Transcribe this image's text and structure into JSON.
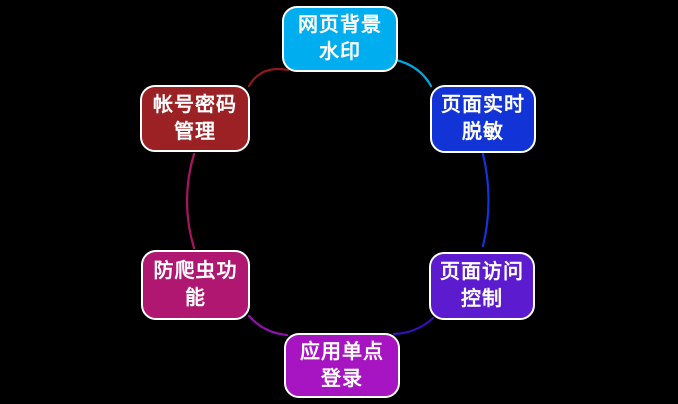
{
  "canvas": {
    "background": "#000000",
    "border_color": "#FFFFFF",
    "text_color": "#FFFFFF"
  },
  "diagram": {
    "type": "cycle",
    "nodes": [
      {
        "id": "web-watermark",
        "label": "网页背景\n水印",
        "color": "#00AEEF",
        "position": "top"
      },
      {
        "id": "realtime-masking",
        "label": "页面实时\n脱敏",
        "color": "#1233D6",
        "position": "top-right"
      },
      {
        "id": "access-control",
        "label": "页面访问\n控制",
        "color": "#5C1BCE",
        "position": "bottom-right"
      },
      {
        "id": "sso-login",
        "label": "应用单点\n登录",
        "color": "#A714C2",
        "position": "bottom"
      },
      {
        "id": "anti-crawler",
        "label": "防爬虫功\n能",
        "color": "#B01770",
        "position": "bottom-left"
      },
      {
        "id": "account-password",
        "label": "帐号密码\n管理",
        "color": "#9B2125",
        "position": "top-left"
      }
    ],
    "connectors": [
      {
        "from": "top",
        "to": "top-right",
        "color": "#00A8E0"
      },
      {
        "from": "top-right",
        "to": "bottom-right",
        "color": "#1233D6"
      },
      {
        "from": "bottom-right",
        "to": "bottom",
        "color": "#3611B8"
      },
      {
        "from": "bottom",
        "to": "bottom-left",
        "color": "#8E12A9"
      },
      {
        "from": "bottom-left",
        "to": "top-left",
        "color": "#A9155F"
      },
      {
        "from": "top-left",
        "to": "top",
        "color": "#8B1A1E"
      }
    ]
  }
}
